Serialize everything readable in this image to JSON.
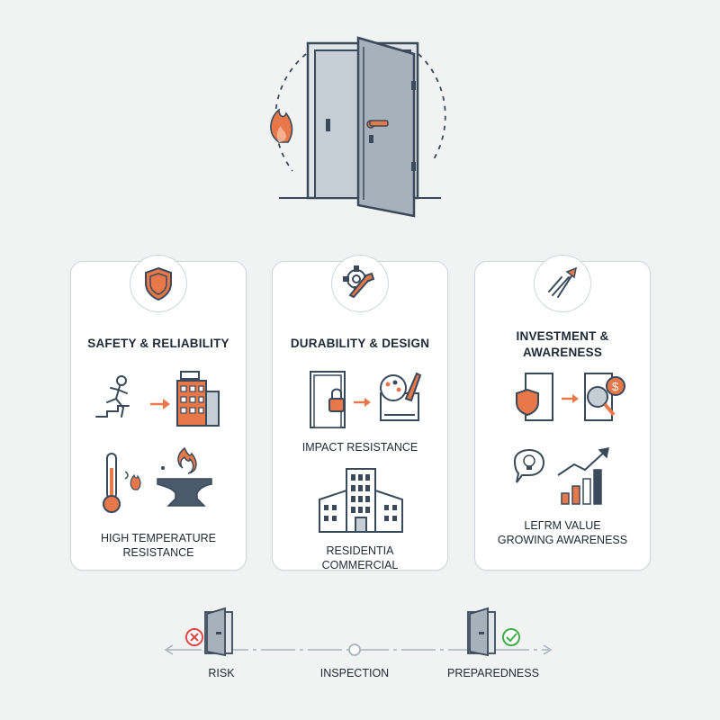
{
  "colors": {
    "accent": "#e8784a",
    "ink": "#3b4a5a",
    "door": "#9aa6b2",
    "card_border": "#cfd6dc",
    "danger": "#e04848",
    "success": "#3fae4a"
  },
  "hero": {
    "icon": "fire-door-open-icon",
    "flame_icon": "flame-icon"
  },
  "cards": [
    {
      "title": "SAFETY & RELIABILITY",
      "badge_icon": "shield-icon",
      "row1_caption": "",
      "row2_caption": "HIGH TEMPERATURE RESISTANCE",
      "row2_caption_l1": "HIGH TEMPERATURE",
      "row2_caption_l2": "RESISTANCE"
    },
    {
      "title": "DURABILITY & DESIGN",
      "badge_icon": "gear-wrench-icon",
      "row1_caption": "IMPACT RESISTANCE",
      "row2_caption_l1": "RESIDENTIA",
      "row2_caption_l2": "COMMERCIAL"
    },
    {
      "title_l1": "INVESTMENT &",
      "title_l2": "AWARENESS",
      "badge_icon": "trend-arrows-icon",
      "row2_caption_l1": "LEΓRM VALUE",
      "row2_caption_l2": "GROWING AWARENESS"
    }
  ],
  "timeline": {
    "steps": [
      {
        "label": "RISK",
        "status_icon": "x-circle-icon"
      },
      {
        "label": "INSPECTION",
        "status_icon": "circle-marker-icon"
      },
      {
        "label": "PREPAREDNESS",
        "status_icon": "check-circle-icon"
      }
    ]
  }
}
